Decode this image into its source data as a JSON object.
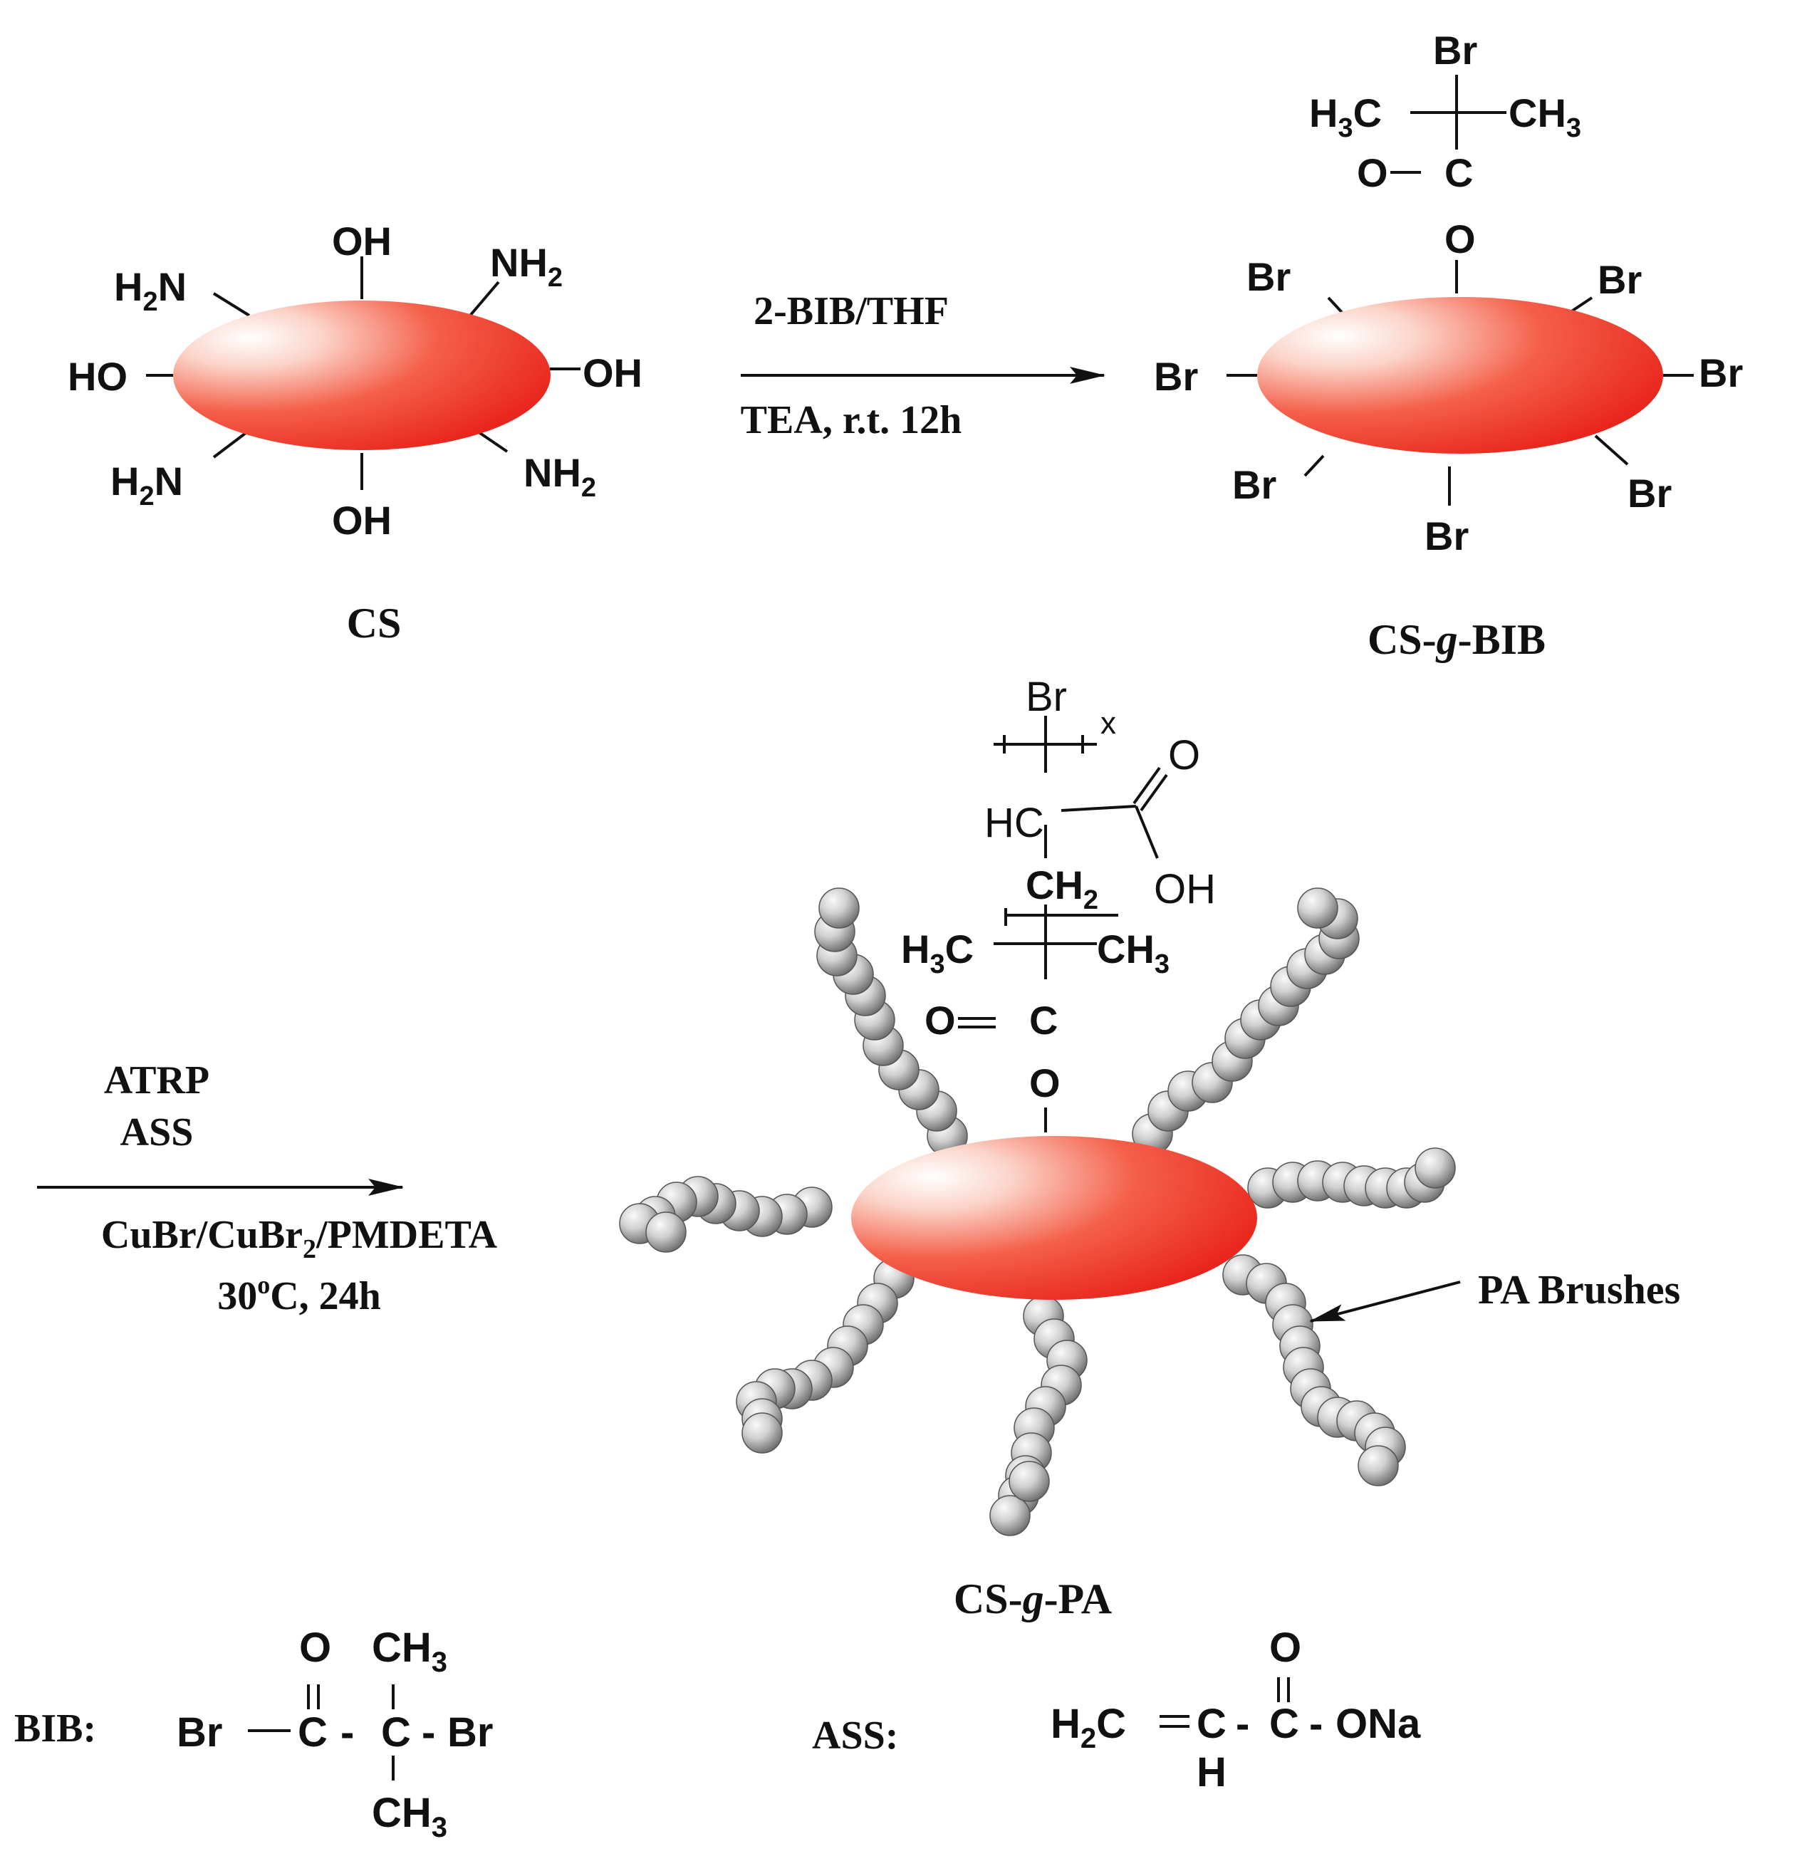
{
  "cs": {
    "groups": {
      "oh_top": "OH",
      "nh2_tl_main": "H",
      "nh2_tl_sub": "2",
      "nh2_tl_tail": "N",
      "nh2_tr_main": "NH",
      "nh2_tr_sub": "2",
      "ho_left": "HO",
      "oh_right": "OH",
      "nh2_bl_main": "H",
      "nh2_bl_sub": "2",
      "nh2_bl_tail": "N",
      "nh2_br_main": "NH",
      "nh2_br_sub": "2",
      "oh_bottom": "OH"
    },
    "label": "CS"
  },
  "step1": {
    "above": "2-BIB/THF",
    "below": "TEA, r.t. 12h"
  },
  "csbib": {
    "br": "Br",
    "top": {
      "br": "Br",
      "h3c_main": "H",
      "h3c_sub": "3",
      "h3c_tail": "C",
      "ch3_main": "CH",
      "ch3_sub": "3",
      "o_eq": "O",
      "eq": "=",
      "c": "C",
      "o": "O"
    },
    "label_pre": "CS-",
    "label_g": "g",
    "label_post": "-BIB"
  },
  "step2": {
    "line1": "ATRP",
    "line2": "ASS",
    "below1_pre": "CuBr/CuBr",
    "below1_sub": "2",
    "below1_post": "/PMDETA",
    "below2_pre": "30",
    "below2_sup": "o",
    "below2_post": "C, 24h"
  },
  "cspa": {
    "chain": {
      "br": "Br",
      "x": "x",
      "o_carbonyl": "O",
      "hc": "HC",
      "oh": "OH",
      "ch2_main": "CH",
      "ch2_sub": "2",
      "h3c_main": "H",
      "h3c_sub": "3",
      "h3c_tail": "C",
      "ch3_main": "CH",
      "ch3_sub": "3",
      "o_eq": "O",
      "eq": "=",
      "c": "C",
      "o": "O"
    },
    "brush_label": "PA Brushes",
    "label_pre": "CS-",
    "label_g": "g",
    "label_post": "-PA"
  },
  "legend": {
    "bib_label": "BIB:",
    "bib": {
      "o": "O",
      "ch3_top_main": "CH",
      "ch3_top_sub": "3",
      "br_left": "Br",
      "c1": "C",
      "c2": "C",
      "br_right": "Br",
      "ch3_bot_main": "CH",
      "ch3_bot_sub": "3",
      "dash": "-"
    },
    "ass_label": "ASS:",
    "ass": {
      "h2c_main": "H",
      "h2c_sub": "2",
      "h2c_tail": "C",
      "eq": "=",
      "ch_c": "C",
      "ch_h": "H",
      "dash": "-",
      "c2": "C",
      "o": "O",
      "ona": "ONa"
    }
  },
  "colors": {
    "ellipse_core": "#ffffff",
    "ellipse_mid": "#f4604a",
    "ellipse_edge": "#e8221a",
    "bead_light": "#f5f5f5",
    "bead_dark": "#6a6a6a",
    "ink": "#111111"
  }
}
